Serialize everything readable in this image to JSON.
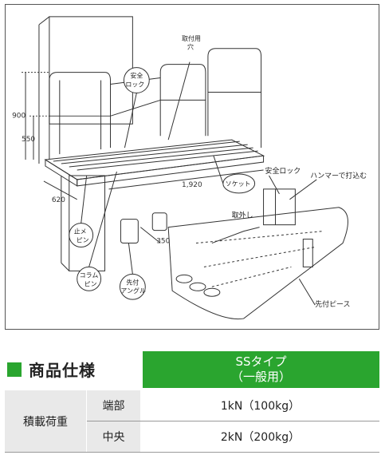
{
  "diagram": {
    "callouts": {
      "mounting_hole": [
        "取付用",
        "穴"
      ],
      "safety_lock_1": [
        "安全",
        "ロック"
      ],
      "socket": "ソケット",
      "stop_pin": [
        "止メ",
        "ピン"
      ],
      "column_pin": [
        "コラム",
        "ピン"
      ],
      "tip_angle": [
        "先付",
        "アングル"
      ],
      "safety_lock_2": "安全ロック",
      "hammer_drive": "ハンマーで打込む",
      "remove": "取外し",
      "tip_piece": "先付ピース"
    },
    "dimensions": {
      "height_total": "900",
      "height_rail": "550",
      "width_620": "620",
      "length_1920": "1,920",
      "depth_350": "350"
    }
  },
  "section": {
    "title": "商品仕様",
    "type_line1": "SSタイプ",
    "type_line2": "（一般用）"
  },
  "spec_table": {
    "category": "積載荷重",
    "rows": [
      {
        "sub": "端部",
        "value": "1kN（100kg）"
      },
      {
        "sub": "中央",
        "value": "2kN（200kg）"
      }
    ]
  }
}
